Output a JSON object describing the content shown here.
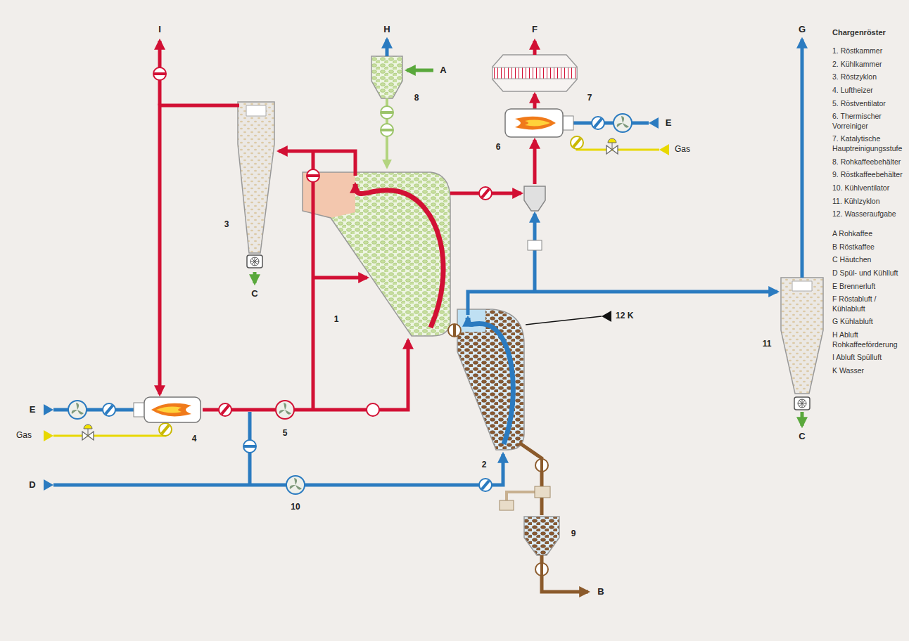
{
  "diagram": {
    "title": "Chargenröster",
    "labels": [
      "I",
      "H",
      "F",
      "G",
      "A",
      "8",
      "7",
      "E",
      "6",
      "Gas",
      "3",
      "C",
      "1",
      "12 K",
      "11",
      "C",
      "E",
      "4",
      "5",
      "Gas",
      "2",
      "D",
      "10",
      "9",
      "B",
      "1. Röstkammer",
      "2. Kühlkammer",
      "3. Röstzyklon",
      "4. Luftheizer",
      "5. Röstventilator",
      "6. Thermischer Vorreiniger",
      "7. Katalytische Hauptreinigungsstufe",
      "8. Rohkaffeebehälter",
      "9. Röstkaffeebehälter",
      "10. Kühlventilator",
      "11. Kühlzyklon",
      "12. Wasseraufgabe",
      "A Rohkaffee",
      "B Röstkaffee",
      "C Häutchen",
      "D Spül- und Kühlluft",
      "E Brennerluft",
      "F Röstabluft / Kühlabluft",
      "G Kühlabluft",
      "H Abluft Rohkaffeeförderung",
      "I Abluft Spülluft",
      "K Wasser"
    ]
  }
}
